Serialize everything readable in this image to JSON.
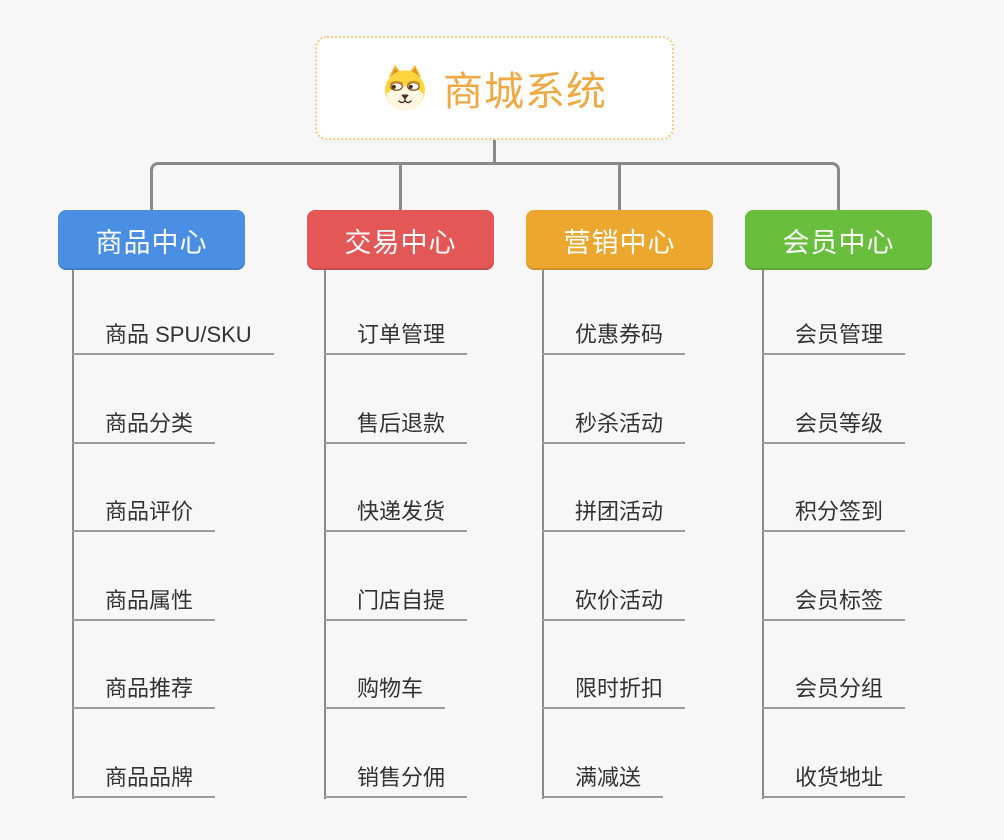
{
  "root": {
    "title": "商城系统",
    "icon": "shiba-dog-face",
    "title_color": "#f0a843",
    "border_color": "#f3c983"
  },
  "connector_color": "#8a8a8a",
  "underline_color": "#9c9c9c",
  "background_color": "#f7f7f7",
  "branches": [
    {
      "label": "商品中心",
      "color": "#4a8fe4",
      "children": [
        "商品 SPU/SKU",
        "商品分类",
        "商品评价",
        "商品属性",
        "商品推荐",
        "商品品牌"
      ]
    },
    {
      "label": "交易中心",
      "color": "#e35757",
      "children": [
        "订单管理",
        "售后退款",
        "快递发货",
        "门店自提",
        "购物车",
        "销售分佣"
      ]
    },
    {
      "label": "营销中心",
      "color": "#eba72e",
      "children": [
        "优惠券码",
        "秒杀活动",
        "拼团活动",
        "砍价活动",
        "限时折扣",
        "满减送"
      ]
    },
    {
      "label": "会员中心",
      "color": "#69be3e",
      "children": [
        "会员管理",
        "会员等级",
        "积分签到",
        "会员标签",
        "会员分组",
        "收货地址"
      ]
    }
  ]
}
